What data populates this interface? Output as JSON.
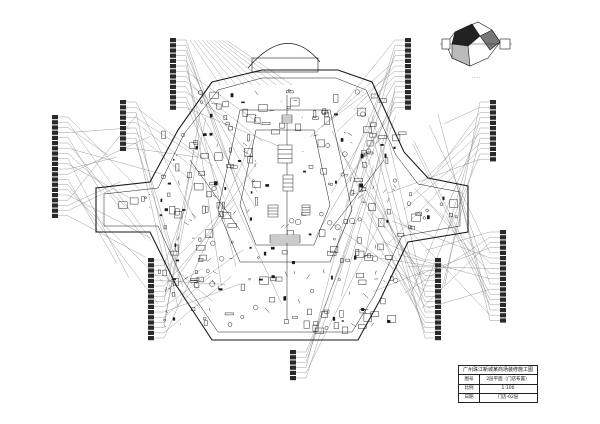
{
  "title_block": {
    "title": "广州珠江新城某商场装修施工图",
    "rows": [
      {
        "key": "图号",
        "value": "2层平面（门店布置）"
      },
      {
        "key": "比例",
        "value": "1:100"
      },
      {
        "key": "日期",
        "value": "门店-02层"
      }
    ]
  },
  "colors": {
    "line": "#1a1a1a",
    "fill_dark": "#222222",
    "paper": "#ffffff"
  }
}
